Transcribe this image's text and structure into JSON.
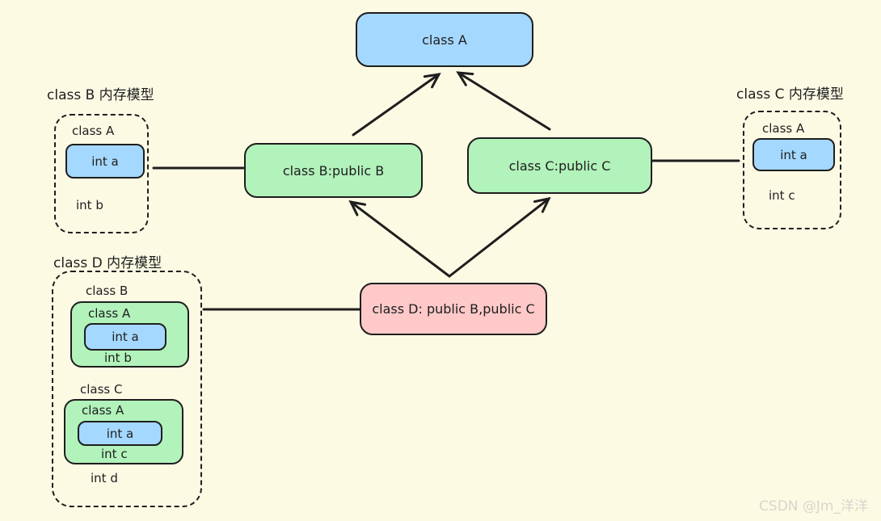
{
  "nodes": {
    "class_a": "class A",
    "class_b": "class B:public B",
    "class_c": "class C:public C",
    "class_d": "class D: public B,public C"
  },
  "memory_b": {
    "title": "class B 内存模型",
    "class_a_label": "class A",
    "int_a": "int a",
    "int_b": "int b"
  },
  "memory_c": {
    "title": "class C 内存模型",
    "class_a_label": "class A",
    "int_a": "int a",
    "int_c": "int c"
  },
  "memory_d": {
    "title": "class D 内存模型",
    "class_b_label": "class B",
    "b_class_a_label": "class A",
    "b_int_a": "int a",
    "b_int_b": "int b",
    "class_c_label": "class C",
    "c_class_a_label": "class A",
    "c_int_a": "int a",
    "c_int_c": "int c",
    "int_d": "int d"
  },
  "watermark": "CSDN @Jm_洋洋",
  "colors": {
    "background": "#FDFAE4",
    "blue": "#A5D8FF",
    "green": "#B2F2BB",
    "pink": "#FFC9C9",
    "stroke": "#1e1e1e",
    "watermark_color": "#d8d6cd"
  }
}
